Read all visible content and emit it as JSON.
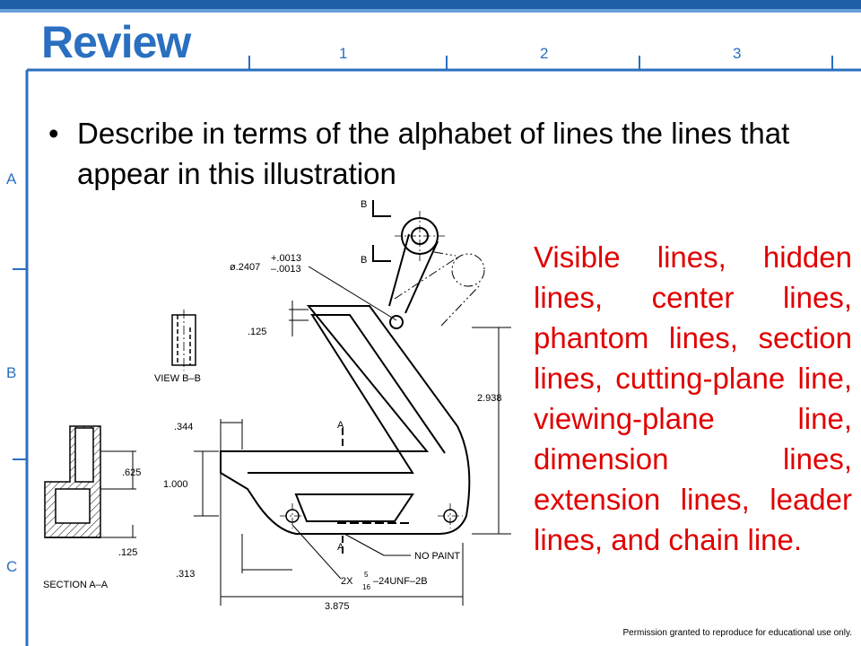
{
  "slide": {
    "title": "Review",
    "zone_numbers": [
      "1",
      "2",
      "3"
    ],
    "zone_letters": [
      "A",
      "B",
      "C"
    ],
    "bullet": "Describe in terms of the alphabet of lines the lines that appear in this illustration",
    "answer": "Visible lines, hidden lines, center lines, phantom lines, section lines, cutting-plane line, viewing-plane line, dimension lines, extension lines, leader lines, and chain line.",
    "footnote": "Permission granted to reproduce for educational use only."
  },
  "drawing": {
    "view_label": "VIEW B–B",
    "section_label": "SECTION A–A",
    "dim_hole_dia": "ø.2407",
    "dim_tol_plus": "+.0013",
    "dim_tol_minus": "–.0013",
    "dim_125_top": ".125",
    "dim_344": ".344",
    "dim_625": ".625",
    "dim_1000": "1.000",
    "dim_125_bottom": ".125",
    "dim_313": ".313",
    "dim_2938": "2.938",
    "dim_3875": "3.875",
    "note_no_paint": "NO PAINT",
    "thread_prefix": "2X",
    "thread_num": "5",
    "thread_den": "16",
    "thread_spec": "–24UNF–2B",
    "cut_label_a": "A",
    "cut_label_b": "B",
    "colors": {
      "accent": "#2a6fc0",
      "answer": "#e00000"
    }
  }
}
